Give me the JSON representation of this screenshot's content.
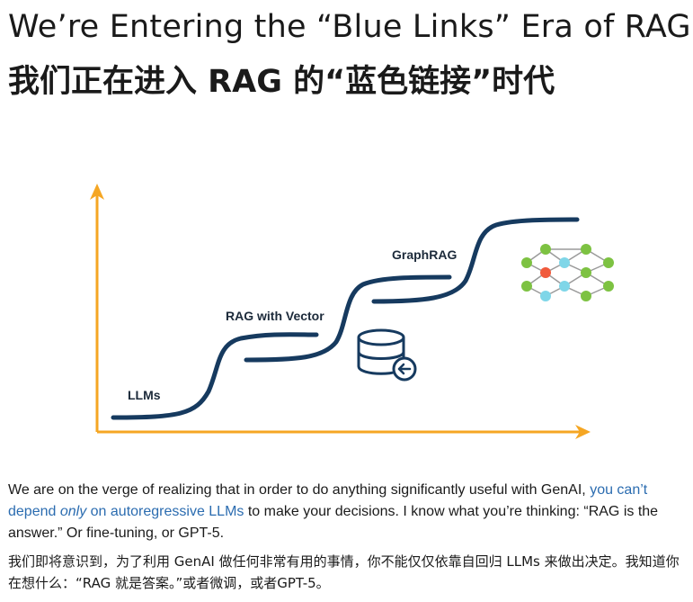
{
  "title_en": "We’re Entering the “Blue Links” Era of RAG",
  "title_zh": "我们正在进入 RAG 的“蓝色链接”时代",
  "figure": {
    "labels": {
      "llms": "LLMs",
      "rag_vector": "RAG with Vector",
      "graphrag": "GraphRAG"
    },
    "colors": {
      "axis": "#f5a623",
      "curve": "#163a5f",
      "node_green": "#7dc242",
      "node_cyan": "#7fd6e8",
      "node_red": "#f05a3c"
    },
    "icons": [
      "database-icon",
      "graph-network-icon"
    ]
  },
  "paragraph_en": {
    "part1": "We are on the verge of realizing that in order to do anything significantly useful with GenAI, ",
    "link1": "you can’t depend ",
    "link_em": "only",
    "link2": " on autoregressive LLMs",
    "part2": " to make your decisions. I know what you’re thinking: “RAG is the answer.” Or fine-tuning, or GPT-5."
  },
  "paragraph_zh": "我们即将意识到，为了利用 GenAI 做任何非常有用的事情，你不能仅仅依靠自回归 LLMs 来做出决定。我知道你在想什么：“RAG 就是答案。”或者微调，或者GPT-5。"
}
